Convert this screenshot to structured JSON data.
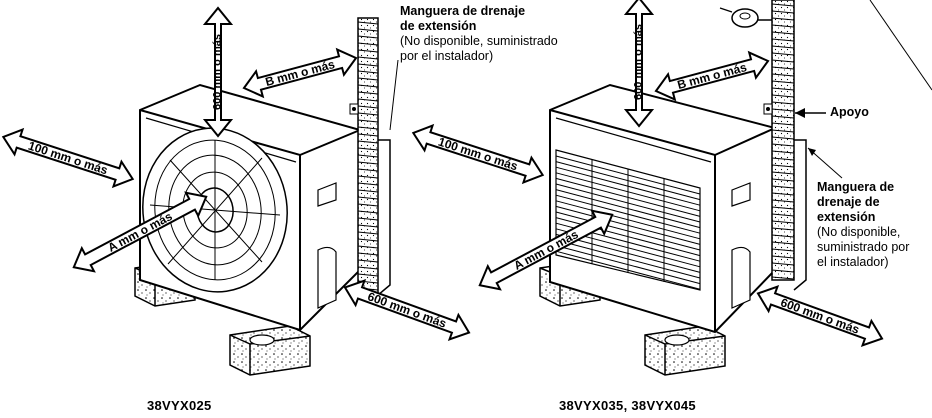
{
  "left_unit": {
    "model": "38VYX025",
    "clearances": {
      "top": "600 mm o más",
      "back": "B mm o más",
      "side": "100 mm o más",
      "front": "A mm o más",
      "right": "600 mm o más"
    },
    "drain_note": {
      "title_line1": "Manguera de drenaje",
      "title_line2": "de extensión",
      "detail_line1": "(No disponible, suministrado",
      "detail_line2": "por el instalador)"
    }
  },
  "right_unit": {
    "model": "38VYX035, 38VYX045",
    "clearances": {
      "top": "600 mm o más",
      "back": "B mm o más",
      "side": "100 mm o más",
      "front": "A mm o más",
      "right": "600 mm o más"
    },
    "support_label": "Apoyo",
    "drain_note": {
      "title_line1": "Manguera de",
      "title_line2": "drenaje de",
      "title_line3": "extensión",
      "detail_line1": "(No disponible,",
      "detail_line2": "suministrado por",
      "detail_line3": "el instalador)"
    }
  }
}
